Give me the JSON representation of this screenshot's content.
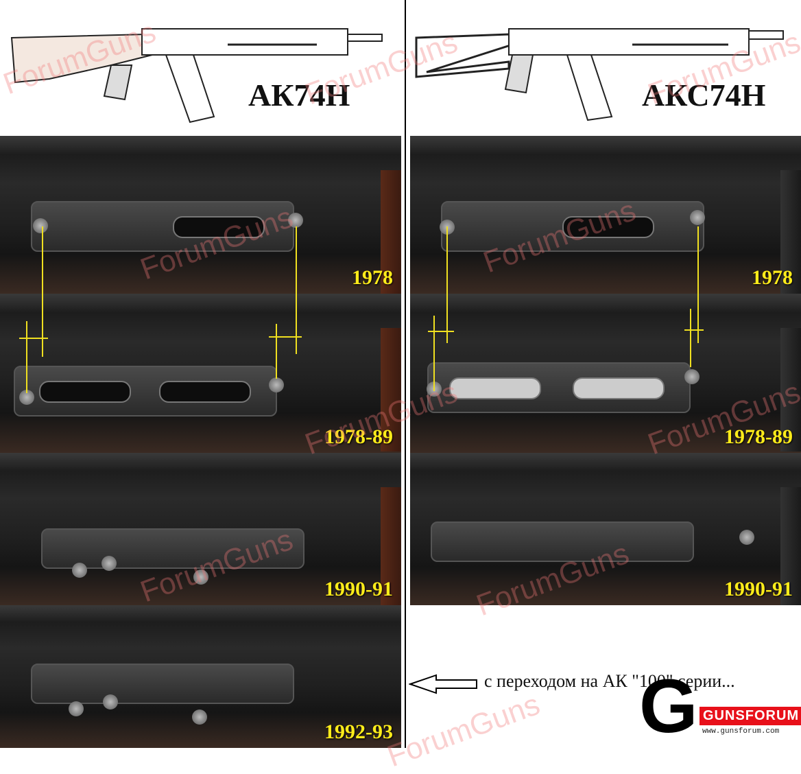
{
  "left": {
    "title": "АК74Н",
    "panels": [
      {
        "year": "1978"
      },
      {
        "year": "1978-89"
      },
      {
        "year": "1990-91"
      },
      {
        "year": "1992-93"
      }
    ]
  },
  "right": {
    "title": "АКС74Н",
    "panels": [
      {
        "year": "1978"
      },
      {
        "year": "1978-89"
      },
      {
        "year": "1990-91"
      }
    ]
  },
  "note": "с переходом на АК \"100\" серии...",
  "watermark": "ForumGuns",
  "logo": {
    "name": "GUNSFORUM",
    "url": "www.gunsforum.com"
  },
  "colors": {
    "year_label": "#ffec1a",
    "measure_line": "#f0e020",
    "logo_red": "#e8101a"
  }
}
